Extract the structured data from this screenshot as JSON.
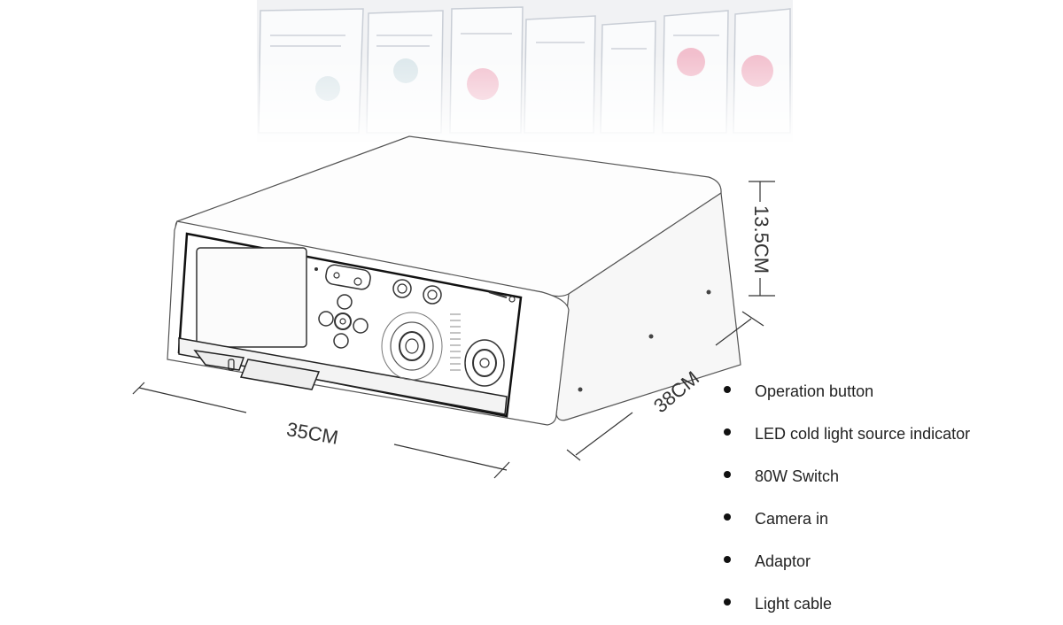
{
  "dimensions": {
    "width": "35CM",
    "depth": "38CM",
    "height": "13.5CM"
  },
  "features": [
    "Operation button",
    "LED cold light source indicator",
    "80W Switch",
    "Camera in",
    "Adaptor",
    "Light cable"
  ]
}
